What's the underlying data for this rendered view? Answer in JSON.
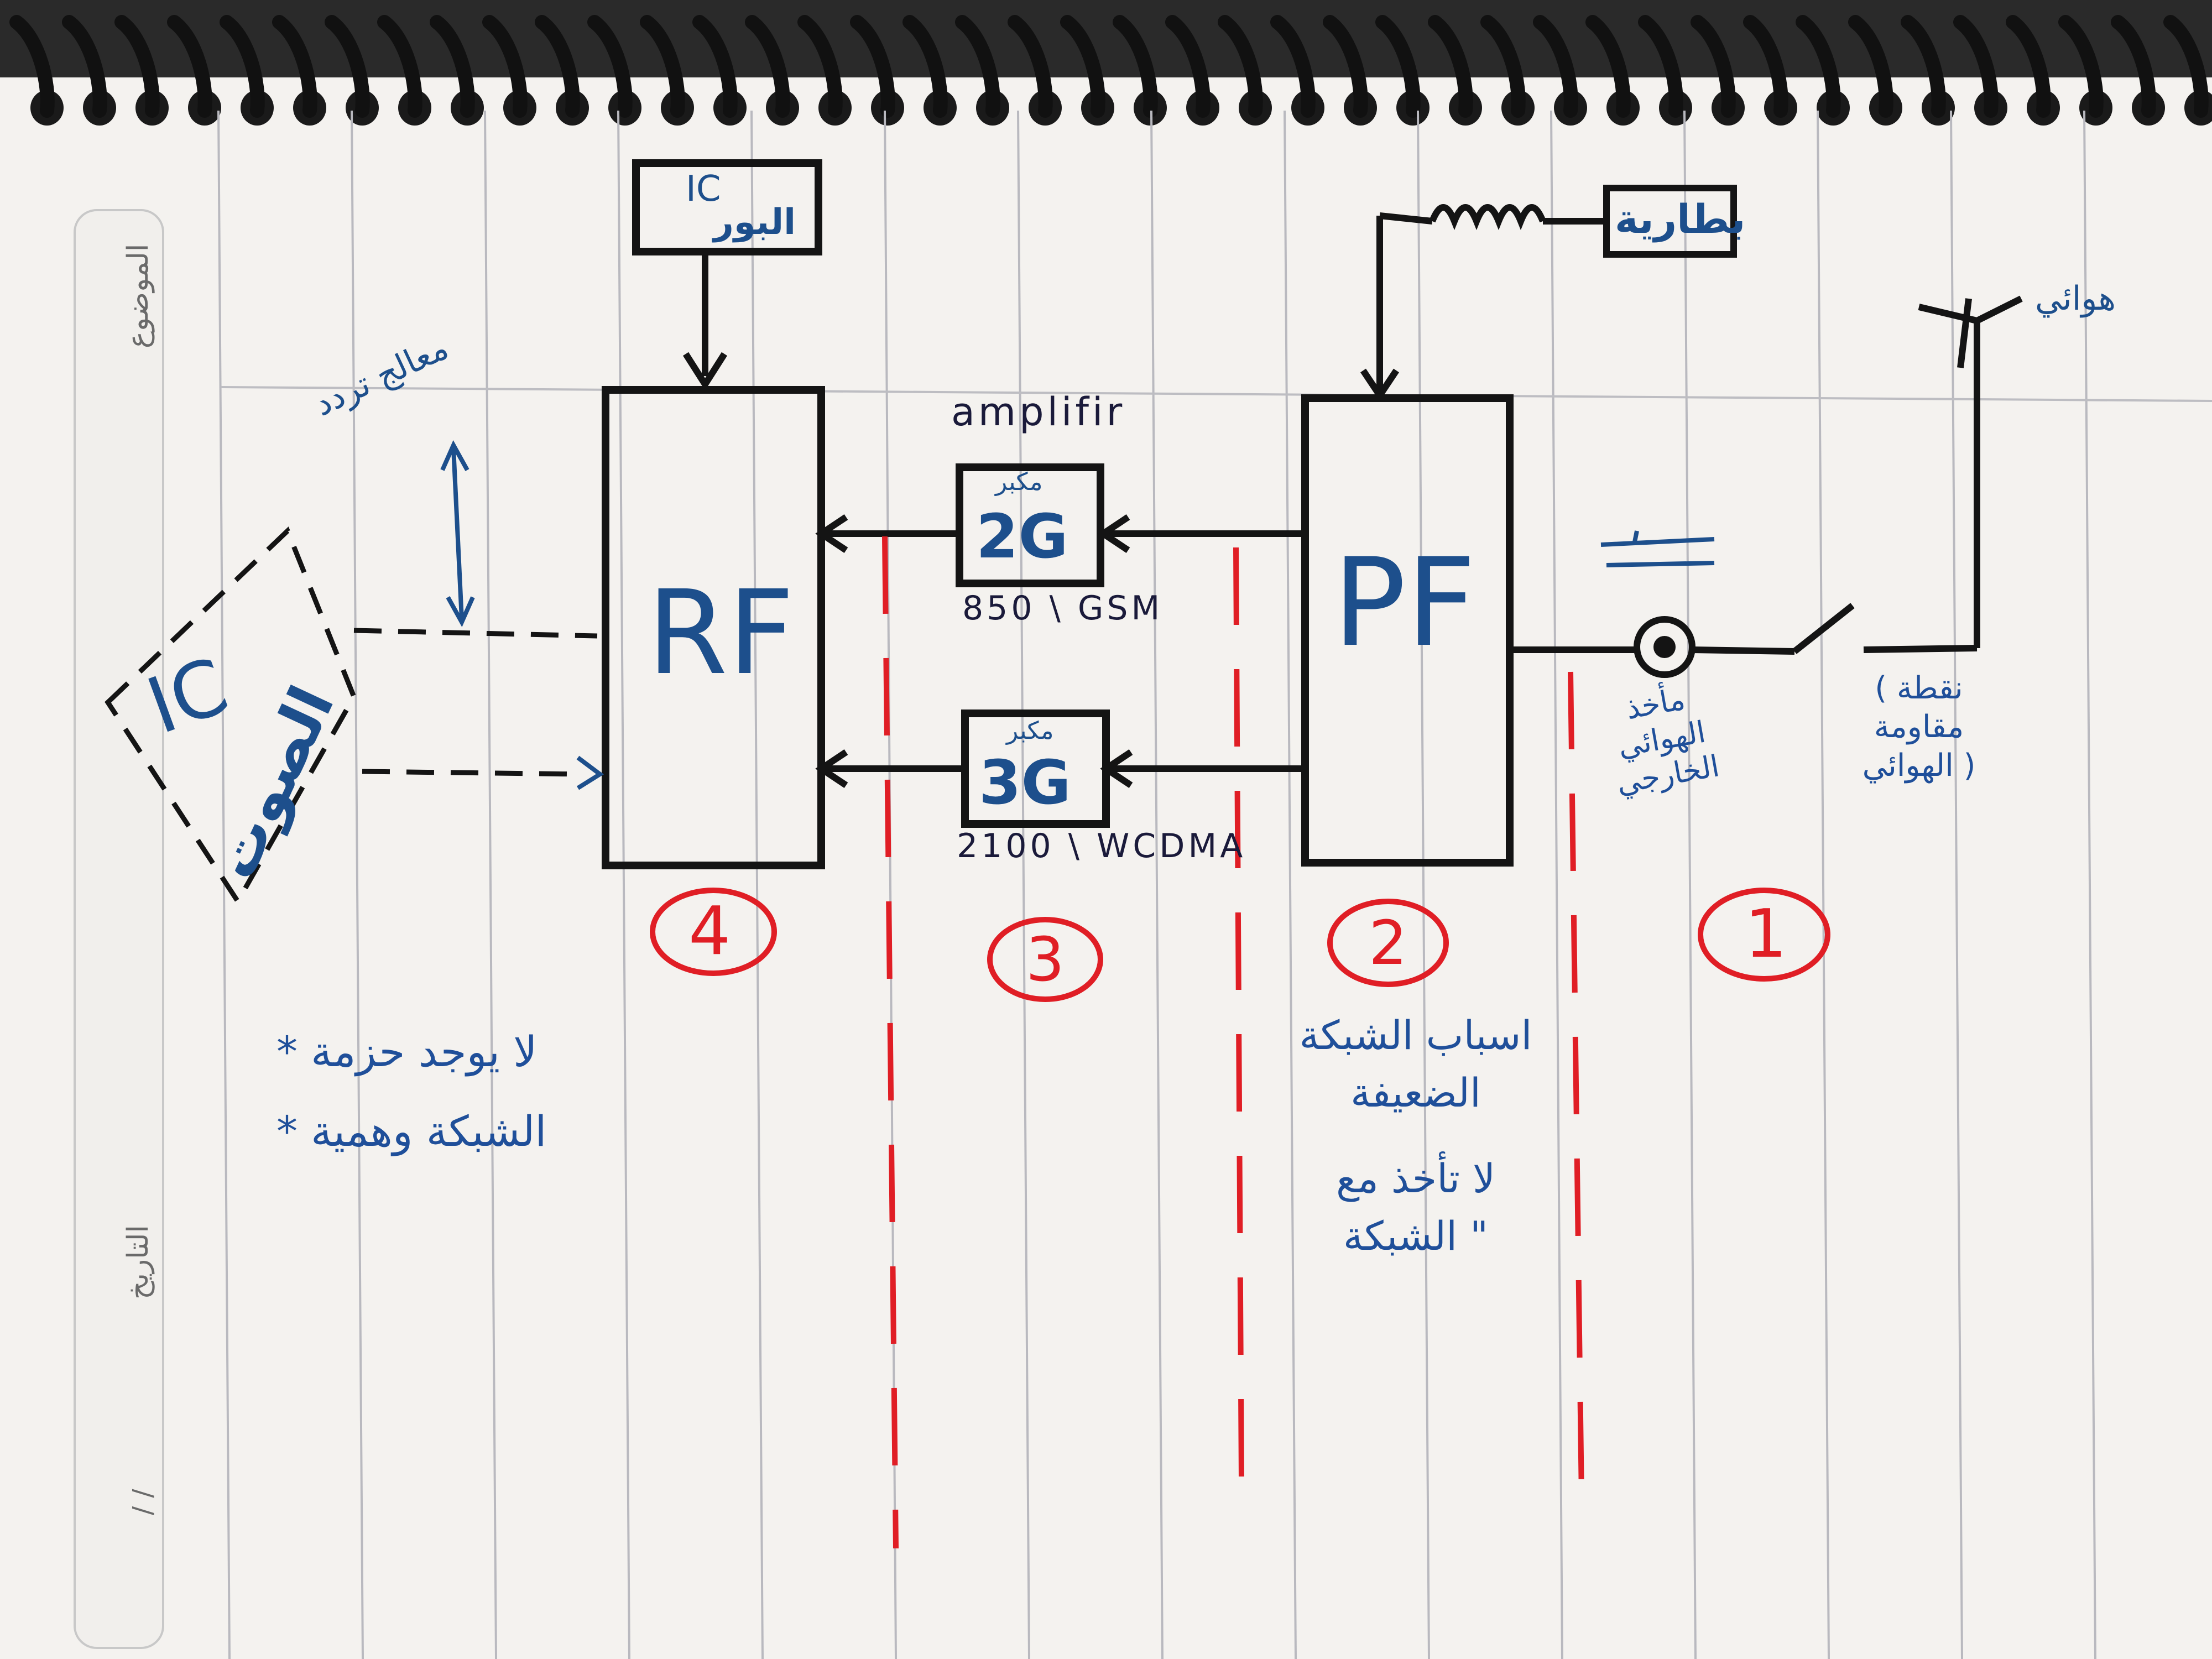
{
  "page": {
    "subject_label": "الموضوع",
    "date_label": "التاريخ",
    "date_slashes": "/  /"
  },
  "blocks": {
    "rf": "RF",
    "pf": "PF",
    "power_ic": [
      "IC",
      "البور"
    ],
    "audio_ic": [
      "IC",
      "الصوت"
    ],
    "battery": "بطارية",
    "amp_2g": "2G",
    "amp_3g": "3G",
    "amp_2g_top": "مكبر",
    "amp_3g_top": "مكبر"
  },
  "labels": {
    "amplifier": "amplifir",
    "gsm": "850 \\ GSM",
    "wcdma": "2100 \\ WCDMA",
    "antenna": "هوائي",
    "audio_processing": "معالج تردد",
    "ext_antenna": [
      "مأخذ",
      "الهوائي",
      "الخارجي"
    ],
    "switch_note": [
      "( نقطة",
      "مقاومة",
      "الهوائي )"
    ]
  },
  "sections": [
    "4",
    "3",
    "2",
    "1"
  ],
  "notes": {
    "rf_notes": [
      "* لا يوجد حزمة",
      "* الشبكة وهمية"
    ],
    "pf_notes": [
      "اسباب الشبكة",
      "الضعيفة",
      "لا تأخذ مع",
      "الشبكة \""
    ]
  },
  "colors": {
    "ink_black": "#141414",
    "ink_blue": "#1d4f8c",
    "ink_red": "#e01e25",
    "paper": "#f3f1ee",
    "rule_line": "#b9b9bf"
  }
}
